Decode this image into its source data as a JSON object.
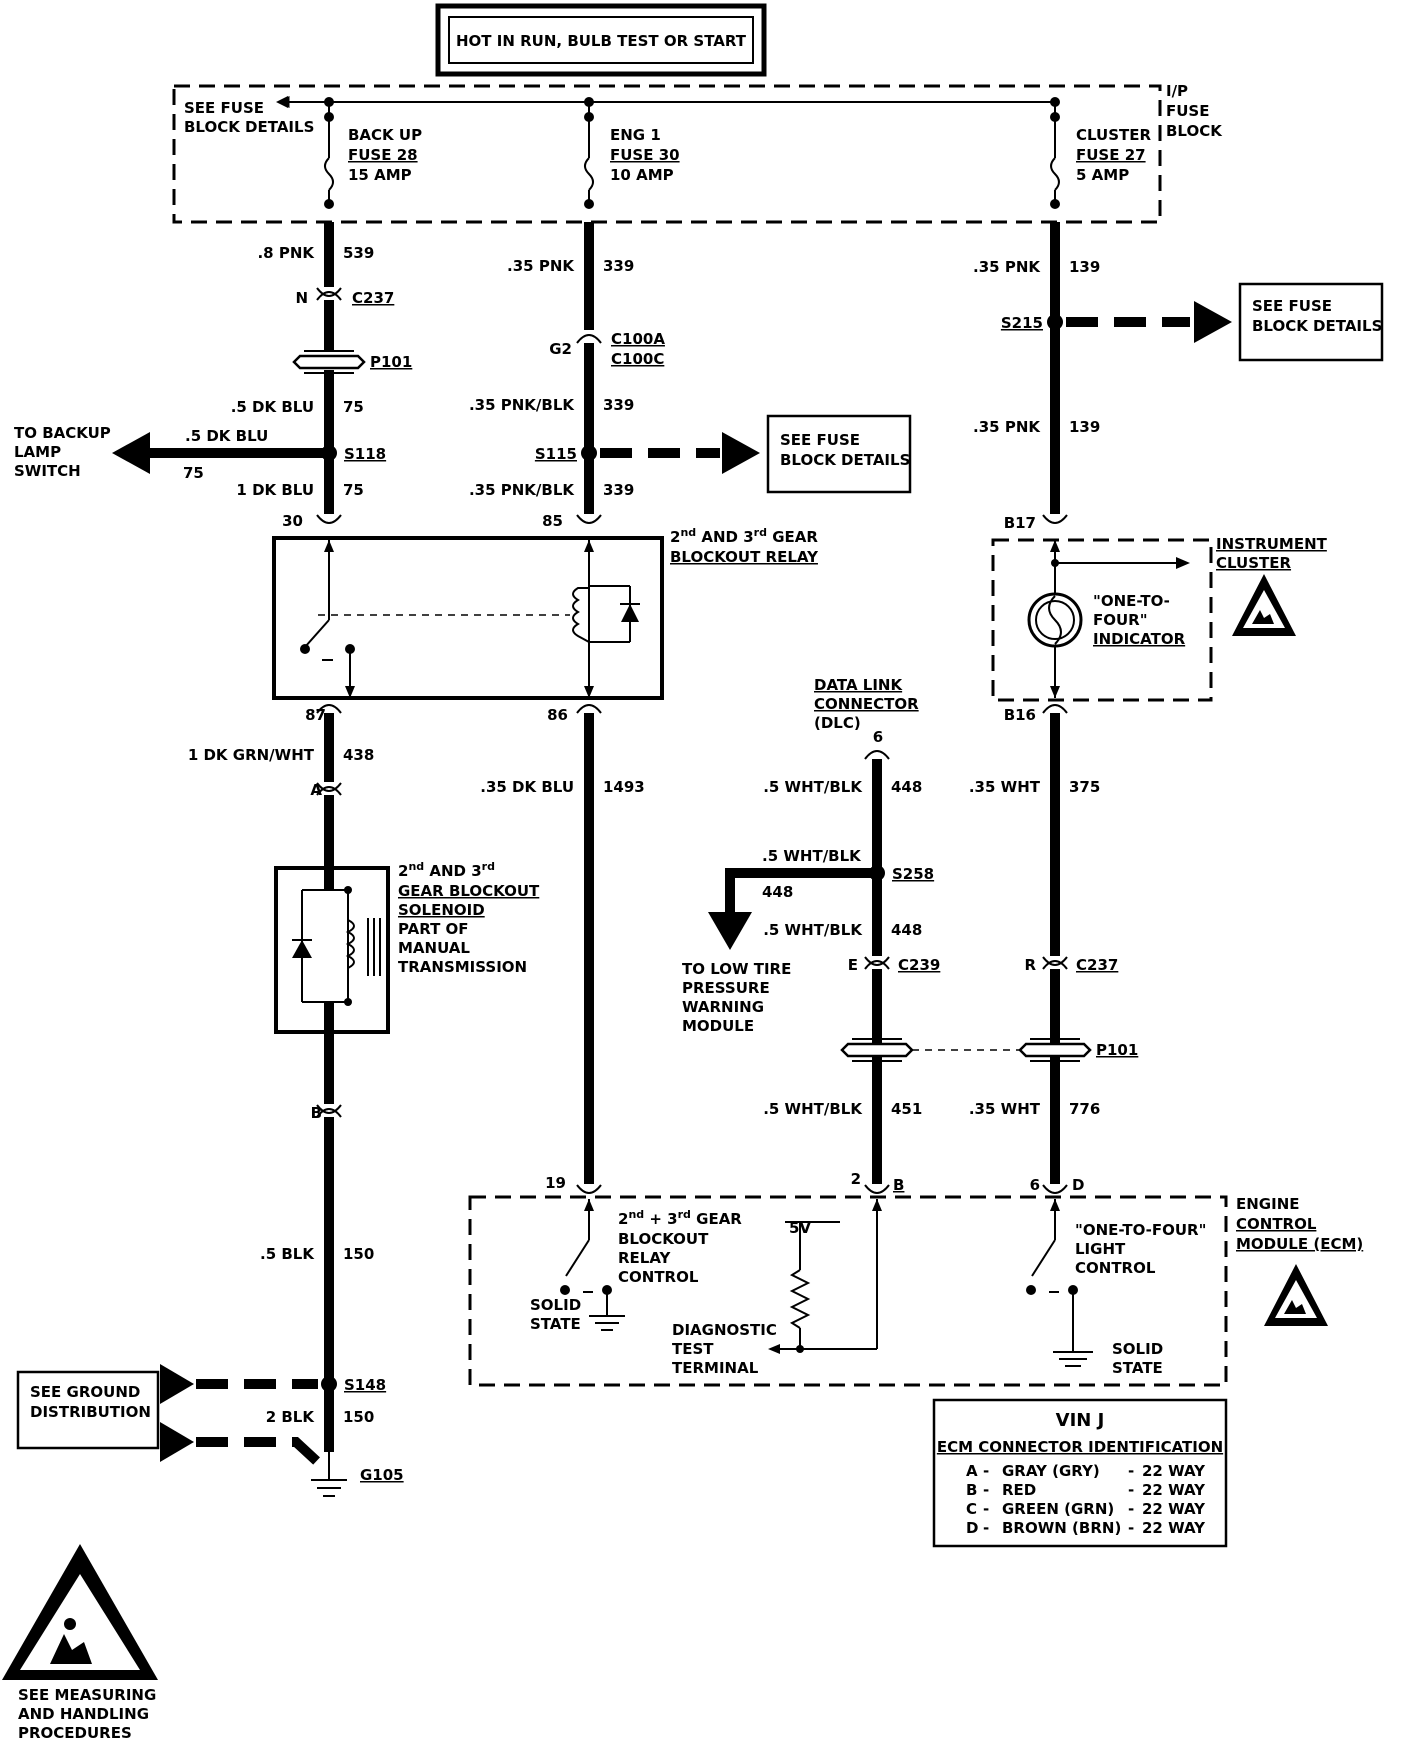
{
  "header": {
    "title": "HOT IN RUN, BULB TEST OR START"
  },
  "fuse_block": {
    "label": [
      "I/P",
      "FUSE",
      "BLOCK"
    ],
    "see_details": [
      "SEE FUSE",
      "BLOCK DETAILS"
    ],
    "fuses": [
      {
        "name": "BACK UP",
        "number": "FUSE 28",
        "amps": "15 AMP"
      },
      {
        "name": "ENG 1",
        "number": "FUSE 30",
        "amps": "10 AMP"
      },
      {
        "name": "CLUSTER",
        "number": "FUSE 27",
        "amps": "5 AMP"
      }
    ]
  },
  "wires": {
    "w1_top": {
      "gauge": ".8 PNK",
      "circuit": "539"
    },
    "w1_mid": {
      "gauge": ".5 DK BLU",
      "circuit": "75"
    },
    "w1_branch": {
      "gauge": ".5 DK BLU",
      "circuit": "75"
    },
    "w1_low": {
      "gauge": "1 DK BLU",
      "circuit": "75"
    },
    "w1_out": {
      "gauge": "1 DK GRN/WHT",
      "circuit": "438"
    },
    "w1_gnd": {
      "gauge": ".5 BLK",
      "circuit": "150"
    },
    "w1_gnd2": {
      "gauge": "2 BLK",
      "circuit": "150"
    },
    "w2_top": {
      "gauge": ".35 PNK",
      "circuit": "339"
    },
    "w2_mid": {
      "gauge": ".35 PNK/BLK",
      "circuit": "339"
    },
    "w2_low": {
      "gauge": ".35 PNK/BLK",
      "circuit": "339"
    },
    "w2_out": {
      "gauge": ".35 DK BLU",
      "circuit": "1493"
    },
    "w3_top": {
      "gauge": ".35 PNK",
      "circuit": "139"
    },
    "w3_mid": {
      "gauge": ".35 PNK",
      "circuit": "139"
    },
    "w3_out": {
      "gauge": ".35 WHT",
      "circuit": "375"
    },
    "w3_ecm": {
      "gauge": ".35 WHT",
      "circuit": "776"
    },
    "dlc_top": {
      "gauge": ".5 WHT/BLK",
      "circuit": "448"
    },
    "dlc_branch": {
      "gauge": ".5 WHT/BLK",
      "circuit": "448"
    },
    "dlc_mid": {
      "gauge": ".5 WHT/BLK",
      "circuit": "448"
    },
    "dlc_ecm": {
      "gauge": ".5 WHT/BLK",
      "circuit": "451"
    }
  },
  "connectors": {
    "c237_n": {
      "pin": "N",
      "name": "C237"
    },
    "p101_a": "P101",
    "c100": {
      "pin": "G2",
      "name_a": "C100A",
      "name_b": "C100C"
    },
    "s118": "S118",
    "s115": "S115",
    "s215": "S215",
    "s258": "S258",
    "s148": "S148",
    "g105": "G105",
    "c239": {
      "pin": "E",
      "name": "C239"
    },
    "c237_r": {
      "pin": "R",
      "name": "C237"
    },
    "p101_b": "P101"
  },
  "pins": {
    "relay_30": "30",
    "relay_85": "85",
    "relay_87": "87",
    "relay_86": "86",
    "sol_a": "A",
    "sol_b": "B",
    "b17": "B17",
    "b16": "B16",
    "dlc_6": "6",
    "ecm_19": "19",
    "ecm_2": "2",
    "ecm_b": "B",
    "ecm_6": "6",
    "ecm_d": "D"
  },
  "components": {
    "relay": [
      "2nd AND 3rd GEAR",
      "BLOCKOUT RELAY"
    ],
    "solenoid": [
      "2nd AND 3rd",
      "GEAR BLOCKOUT",
      "SOLENOID",
      "PART OF",
      "MANUAL",
      "TRANSMISSION"
    ],
    "cluster": [
      "INSTRUMENT",
      "CLUSTER"
    ],
    "indicator": [
      "\"ONE-TO-",
      "FOUR\"",
      "INDICATOR"
    ],
    "dlc": [
      "DATA LINK",
      "CONNECTOR",
      "(DLC)"
    ],
    "ecm": [
      "ENGINE",
      "CONTROL",
      "MODULE (ECM)"
    ],
    "ecm_relay_ctrl": [
      "2nd + 3rd GEAR",
      "BLOCKOUT",
      "RELAY",
      "CONTROL"
    ],
    "ecm_light_ctrl": [
      "\"ONE-TO-FOUR\"",
      "LIGHT",
      "CONTROL"
    ],
    "solid_state": [
      "SOLID",
      "STATE"
    ],
    "five_v": "5V",
    "diag": [
      "DIAGNOSTIC",
      "TEST",
      "TERMINAL"
    ]
  },
  "callouts": {
    "backup_lamp": [
      "TO BACKUP",
      "LAMP",
      "SWITCH"
    ],
    "low_tire": [
      "TO LOW TIRE",
      "PRESSURE",
      "WARNING",
      "MODULE"
    ],
    "see_fuse": [
      "SEE FUSE",
      "BLOCK DETAILS"
    ],
    "see_ground": [
      "SEE GROUND",
      "DISTRIBUTION"
    ],
    "esd": [
      "SEE MEASURING",
      "AND HANDLING",
      "PROCEDURES"
    ]
  },
  "vin_table": {
    "title": "VIN J",
    "subtitle": "ECM CONNECTOR IDENTIFICATION",
    "rows": [
      {
        "letter": "A",
        "color": "GRAY (GRY)",
        "way": "22 WAY"
      },
      {
        "letter": "B",
        "color": "RED",
        "way": "22 WAY"
      },
      {
        "letter": "C",
        "color": "GREEN (GRN)",
        "way": "22 WAY"
      },
      {
        "letter": "D",
        "color": "BROWN (BRN)",
        "way": "22 WAY"
      }
    ]
  }
}
